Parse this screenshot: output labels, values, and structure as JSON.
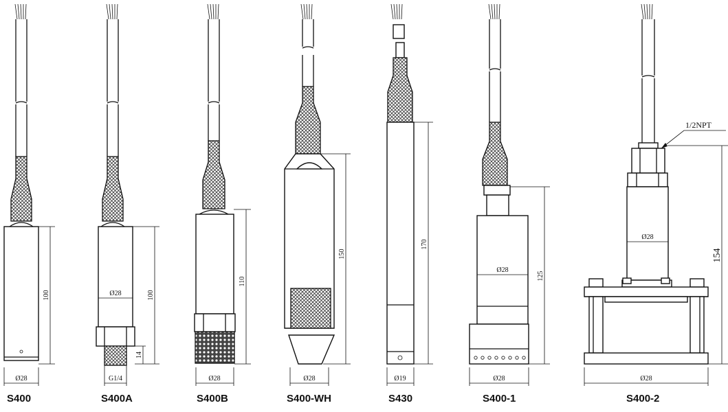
{
  "models": [
    {
      "id": "S400",
      "label": "S400",
      "diameter_label": "Ø28",
      "height_label": "100"
    },
    {
      "id": "S400A",
      "label": "S400A",
      "diameter_label": "Ø28",
      "height_label": "100",
      "thread_label": "G1/4",
      "thread_length_label": "14"
    },
    {
      "id": "S400B",
      "label": "S400B",
      "diameter_label": "Ø28",
      "height_label": "110"
    },
    {
      "id": "S400-WH",
      "label": "S400-WH",
      "diameter_label": "Ø28",
      "height_label": "150"
    },
    {
      "id": "S430",
      "label": "S430",
      "diameter_label": "Ø19",
      "height_label": "170"
    },
    {
      "id": "S400-1",
      "label": "S400-1",
      "diameter_label": "Ø28",
      "inner_diameter_label": "Ø28",
      "height_label": "125"
    },
    {
      "id": "S400-2",
      "label": "S400-2",
      "diameter_label": "Ø28",
      "inner_diameter_label": "Ø28",
      "height_label": "154",
      "thread_callout": "1/2NPT"
    }
  ]
}
